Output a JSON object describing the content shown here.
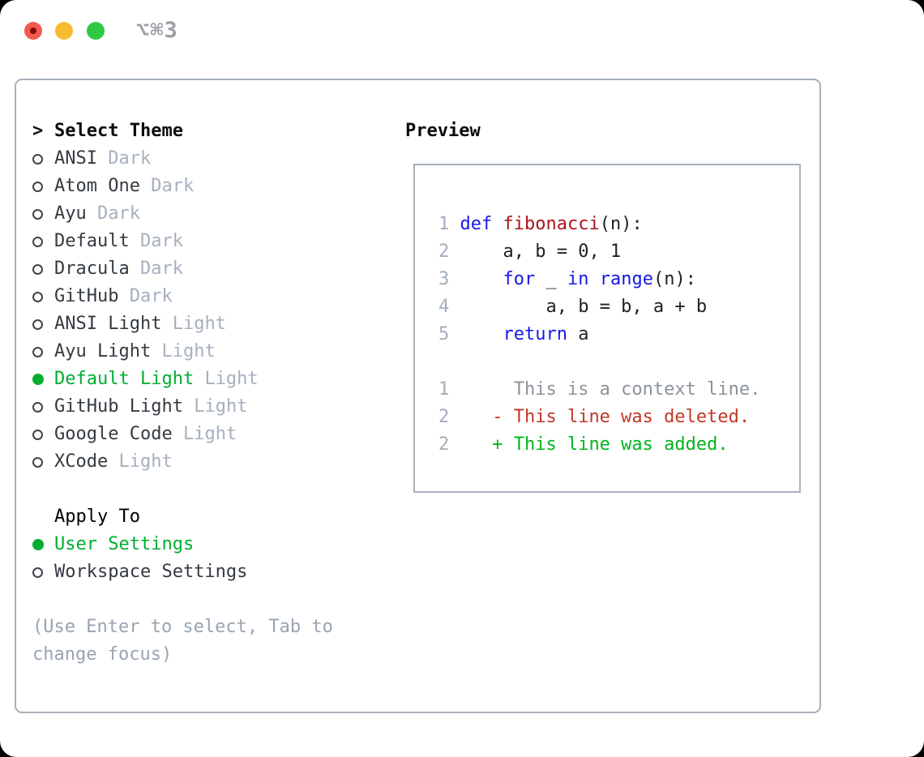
{
  "titlebar": {
    "shortcut": "⌥⌘3",
    "lights": [
      "close",
      "minimize",
      "zoom"
    ]
  },
  "colors": {
    "selection_green": "#00ad30",
    "added_green": "#00b41e",
    "deleted_red": "#c23726",
    "keyword_blue": "#1717e6",
    "function_red": "#aa1418",
    "muted_gray": "#a6b0bd",
    "hint_gray": "#99a4b2",
    "traffic_red": "#f35a4f",
    "traffic_yellow": "#f7bd31",
    "traffic_green": "#2fc843"
  },
  "theme_picker": {
    "prompt": ">",
    "header": "Select Theme",
    "items": [
      {
        "name": "ANSI",
        "variant": "Dark",
        "selected": false
      },
      {
        "name": "Atom One",
        "variant": "Dark",
        "selected": false
      },
      {
        "name": "Ayu",
        "variant": "Dark",
        "selected": false
      },
      {
        "name": "Default",
        "variant": "Dark",
        "selected": false
      },
      {
        "name": "Dracula",
        "variant": "Dark",
        "selected": false
      },
      {
        "name": "GitHub",
        "variant": "Dark",
        "selected": false
      },
      {
        "name": "ANSI Light",
        "variant": "Light",
        "selected": false
      },
      {
        "name": "Ayu Light",
        "variant": "Light",
        "selected": false
      },
      {
        "name": "Default Light",
        "variant": "Light",
        "selected": true
      },
      {
        "name": "GitHub Light",
        "variant": "Light",
        "selected": false
      },
      {
        "name": "Google Code",
        "variant": "Light",
        "selected": false
      },
      {
        "name": "XCode",
        "variant": "Light",
        "selected": false
      }
    ]
  },
  "apply_to": {
    "header": "Apply To",
    "options": [
      {
        "label": "User Settings",
        "selected": true
      },
      {
        "label": "Workspace Settings",
        "selected": false
      }
    ]
  },
  "hint": "(Use Enter to select, Tab to change focus)",
  "preview": {
    "title": "Preview",
    "code_lines": [
      {
        "num": "1",
        "tokens": [
          {
            "t": "def",
            "c": "kw"
          },
          {
            "t": " ",
            "c": "pl"
          },
          {
            "t": "fibonacci",
            "c": "fn"
          },
          {
            "t": "(n):",
            "c": "pl"
          }
        ]
      },
      {
        "num": "2",
        "tokens": [
          {
            "t": "    a, b = 0, 1",
            "c": "pl"
          }
        ]
      },
      {
        "num": "3",
        "tokens": [
          {
            "t": "    ",
            "c": "pl"
          },
          {
            "t": "for",
            "c": "kw"
          },
          {
            "t": " _ ",
            "c": "pl"
          },
          {
            "t": "in",
            "c": "kw"
          },
          {
            "t": " ",
            "c": "pl"
          },
          {
            "t": "range",
            "c": "kw"
          },
          {
            "t": "(n):",
            "c": "pl"
          }
        ]
      },
      {
        "num": "4",
        "tokens": [
          {
            "t": "        a, b = b, a + b",
            "c": "pl"
          }
        ]
      },
      {
        "num": "5",
        "tokens": [
          {
            "t": "    ",
            "c": "pl"
          },
          {
            "t": "return",
            "c": "kw"
          },
          {
            "t": " a",
            "c": "pl"
          }
        ]
      }
    ],
    "diff_lines": [
      {
        "num": "1",
        "marker": " ",
        "text": "This is a context line.",
        "kind": "context"
      },
      {
        "num": "2",
        "marker": "-",
        "text": "This line was deleted.",
        "kind": "deleted"
      },
      {
        "num": "2",
        "marker": "+",
        "text": "This line was added.",
        "kind": "added"
      }
    ]
  }
}
